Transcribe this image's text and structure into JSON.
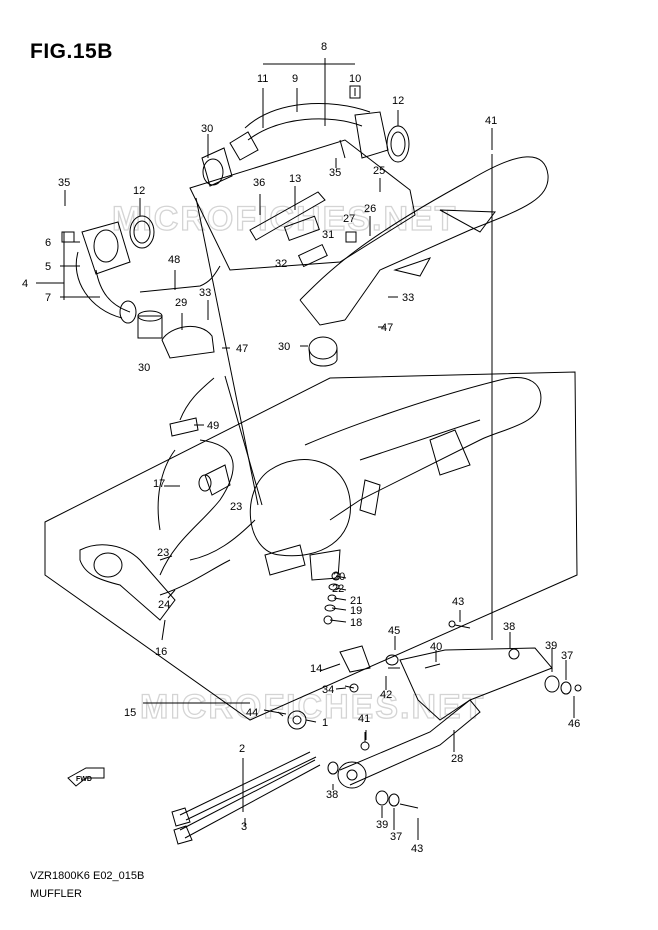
{
  "figure": {
    "title": "FIG.15B",
    "code": "VZR1800K6 E02_015B",
    "name": "MUFFLER"
  },
  "watermark": "MICROFICHES.NET",
  "fwd_label": "FWD",
  "callouts": [
    "1",
    "2",
    "3",
    "4",
    "5",
    "6",
    "7",
    "8",
    "9",
    "10",
    "11",
    "12",
    "13",
    "14",
    "15",
    "16",
    "17",
    "18",
    "19",
    "20",
    "21",
    "22",
    "23",
    "24",
    "25",
    "26",
    "27",
    "28",
    "29",
    "30",
    "31",
    "32",
    "33",
    "34",
    "35",
    "36",
    "37",
    "38",
    "39",
    "40",
    "41",
    "42",
    "43",
    "44",
    "45",
    "46",
    "47",
    "48",
    "49"
  ]
}
